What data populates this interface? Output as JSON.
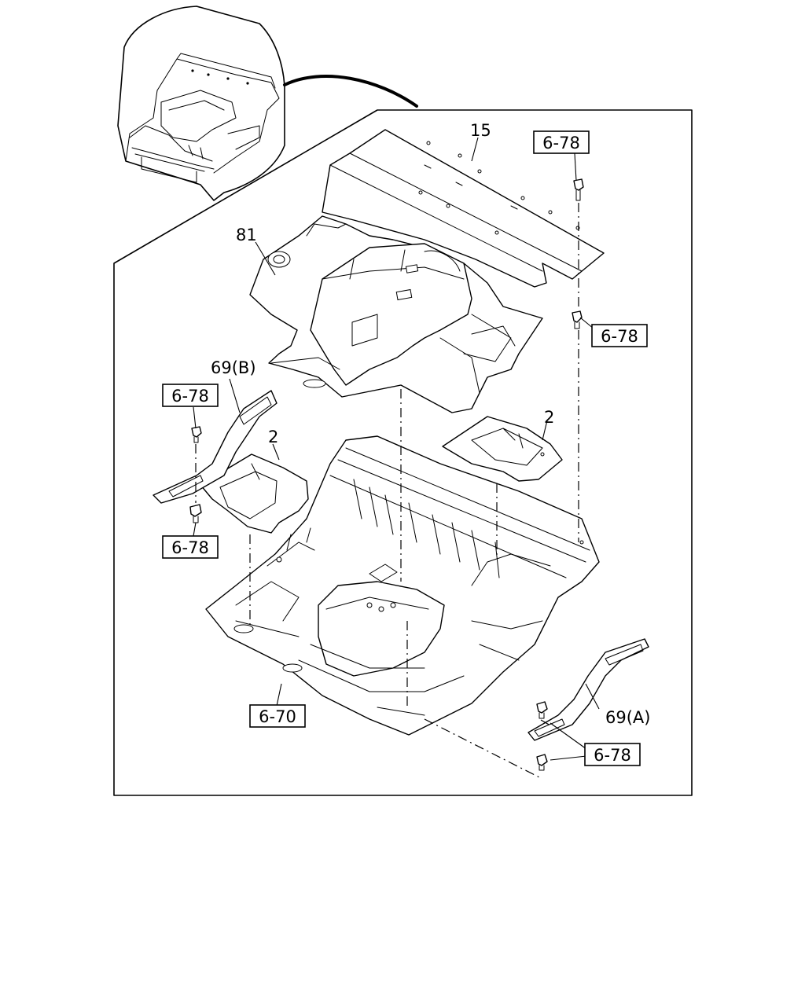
{
  "labels": {
    "part_15": "15",
    "part_81": "81",
    "part_69b": "69(B)",
    "part_69a": "69(A)",
    "part_2_left": "2",
    "part_2_right": "2"
  },
  "refs": {
    "ref_top": "6-78",
    "ref_right": "6-78",
    "ref_left_upper": "6-78",
    "ref_left_lower": "6-78",
    "ref_bottom_right": "6-78",
    "ref_floor": "6-70"
  }
}
